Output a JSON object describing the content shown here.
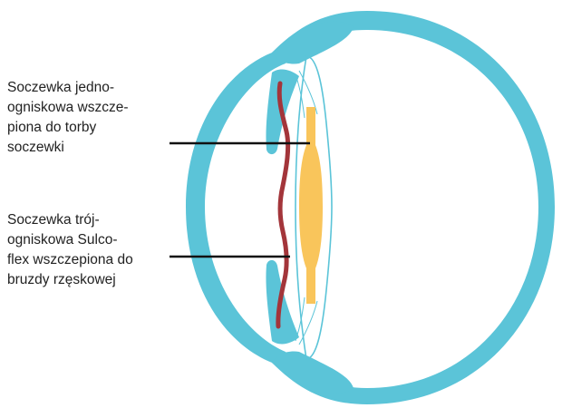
{
  "labels": {
    "monofocal": {
      "lines": [
        "Soczewka jedno-",
        "ogniskowa wszcze-",
        "piona do torby",
        "soczewki"
      ]
    },
    "trifocal": {
      "lines": [
        "Soczewka trój-",
        "ogniskowa Sulco-",
        "flex wszczepiona do",
        "bruzdy rzęskowej"
      ]
    }
  },
  "colors": {
    "eye_wall": "#5BC4D8",
    "iris": "#5BC4D8",
    "capsular_bag": "#5BC4D8",
    "monofocal_lens": "#F9C55B",
    "sulcoflex_lens": "#A3353A",
    "pointer_line": "#111111"
  }
}
